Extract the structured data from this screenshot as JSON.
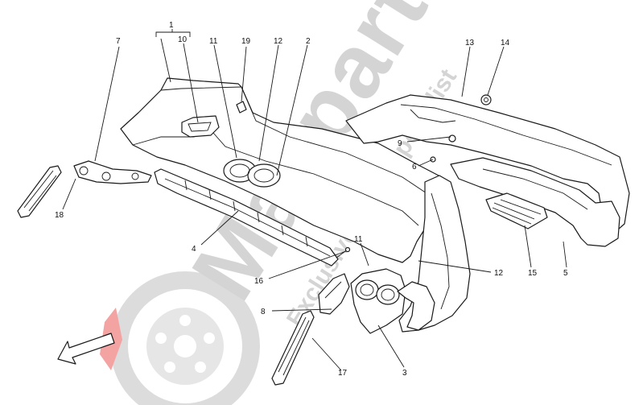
{
  "watermark": {
    "brand": "Maxparts",
    "tagline": "Exclusive Parts Specialist",
    "color": "#d4d4d4",
    "accent": "#f08080"
  },
  "direction_arrow_icon": "front-direction-arrow",
  "callouts": {
    "c1": "1",
    "c2": "2",
    "c3": "3",
    "c4": "4",
    "c5": "5",
    "c6": "6",
    "c7": "7",
    "c8": "8",
    "c9": "9",
    "c10": "10",
    "c11a": "11",
    "c11b": "11",
    "c12a": "12",
    "c12b": "12",
    "c13": "13",
    "c14": "14",
    "c15": "15",
    "c16": "16",
    "c17": "17",
    "c18": "18",
    "c19": "19"
  }
}
